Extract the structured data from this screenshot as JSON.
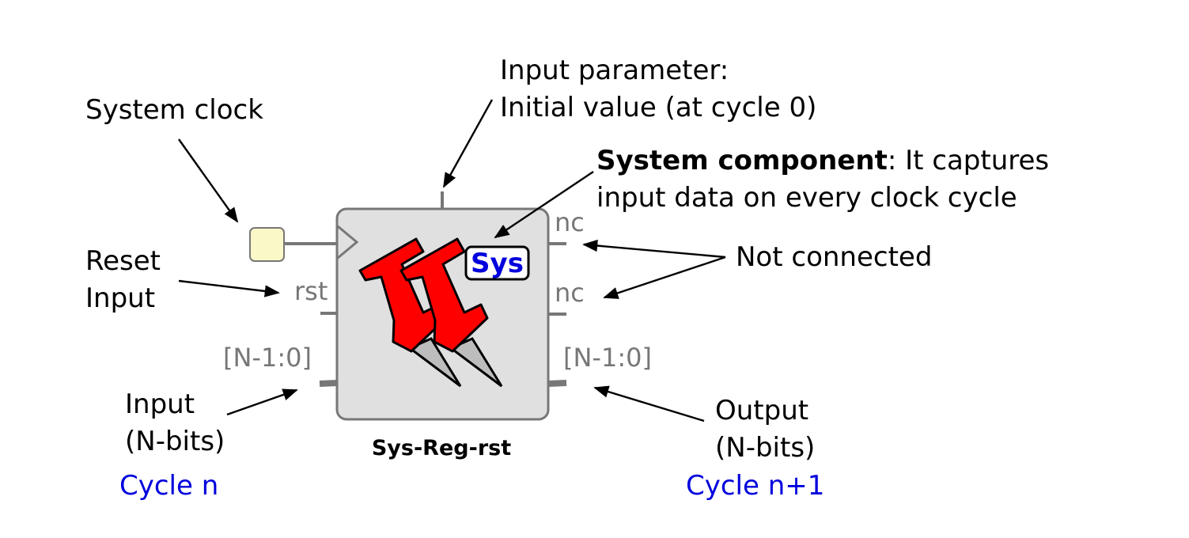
{
  "component": {
    "name": "Sys-Reg-rst",
    "badge": "Sys"
  },
  "ports": {
    "rst": "rst",
    "nc_top": "nc",
    "nc_bottom": "nc",
    "input_bus": "[N-1:0]",
    "output_bus": "[N-1:0]"
  },
  "labels": {
    "system_clock": "System clock",
    "param_line1": "Input parameter:",
    "param_line2": "Initial value (at cycle 0)",
    "syscomp_bold": "System component",
    "syscomp_rest": ": It captures",
    "syscomp_line2": "input data on every clock cycle",
    "reset_line1": "Reset",
    "reset_line2": "Input",
    "not_connected": "Not connected",
    "input_line1": "Input",
    "input_line2": "(N-bits)",
    "output_line1": "Output",
    "output_line2": "(N-bits)",
    "cycle_in": "Cycle n",
    "cycle_out": "Cycle n+1"
  },
  "colors": {
    "body_fill": "#e0e0e0",
    "clock_fill": "#fbf8c8",
    "pin_red": "#ff0000",
    "accent_blue": "#0000dd"
  },
  "icons": [
    "push-pin-icon"
  ]
}
